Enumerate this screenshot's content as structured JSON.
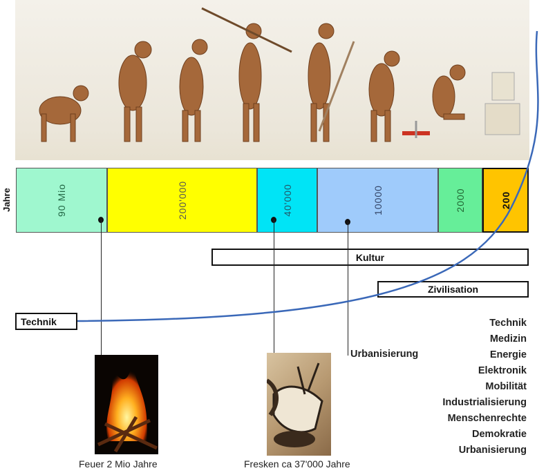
{
  "axis_label": "Jahre",
  "timeline": [
    {
      "label": "90 Mio",
      "color": "#9ff7cf"
    },
    {
      "label": "200'000",
      "color": "#ffff00"
    },
    {
      "label": "40'000",
      "color": "#00e4f6"
    },
    {
      "label": "10000",
      "color": "#9fcbfb"
    },
    {
      "label": "2000",
      "color": "#66ee99"
    },
    {
      "label": "200",
      "color": "#ffc400"
    }
  ],
  "bands": {
    "kultur": "Kultur",
    "zivilisation": "Zivilisation",
    "technik": "Technik"
  },
  "curve_color": "#3a68b8",
  "markers": {
    "urbanisierung": "Urbanisierung"
  },
  "images": {
    "fire_caption": "Feuer 2 Mio Jahre",
    "fresco_caption": "Fresken ca 37'000 Jahre"
  },
  "achievements": [
    "Technik",
    "Medizin",
    "Energie",
    "Elektronik",
    "Mobilität",
    "Industrialisierung",
    "Menschenrechte",
    "Demokratie",
    "Urbanisierung"
  ]
}
